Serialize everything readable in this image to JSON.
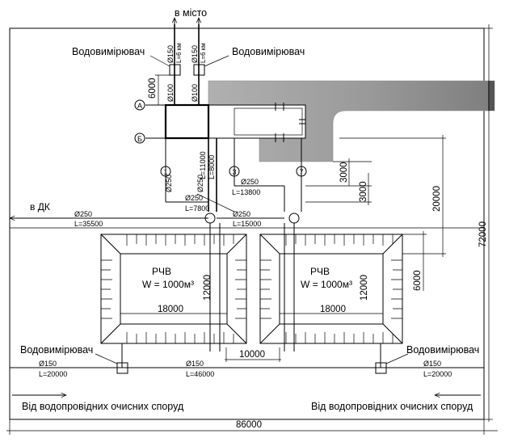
{
  "labels": {
    "to_city": "в місто",
    "to_dk": "в ДК",
    "meter_top_left": "Водовимірювач",
    "meter_top_right": "Водовимірювач",
    "meter_bottom_left": "Водовимірювач",
    "meter_bottom_right": "Водовимірювач",
    "from_treatment_left": "Від водопровідних очисних споруд",
    "from_treatment_right": "Від водопровідних очисних споруд"
  },
  "axes": {
    "a": "А",
    "b": "Б",
    "n1": "1",
    "n3": "3",
    "n7": "7"
  },
  "reservoirs": [
    {
      "title": "РЧВ",
      "volume": "W = 1000м³",
      "length": "18000",
      "width": "12000"
    },
    {
      "title": "РЧВ",
      "volume": "W = 1000м³",
      "length": "18000",
      "width": "12000"
    }
  ],
  "pipes": {
    "city_left_d": "Ø150",
    "city_left_l": "L=6 км",
    "city_right_d": "Ø150",
    "city_right_l": "L=6 км",
    "vert_left_d": "Ø100",
    "vert_right_d": "Ø100",
    "pipe1_d": "Ø250",
    "pipe1_l": "L=11000",
    "pipe2_d": "Ø250",
    "pipe2_l": "L=8000",
    "pipe3_d": "Ø250",
    "pipe3_l": "L=13800",
    "pipe4_d": "Ø250",
    "pipe4_l": "L=7800",
    "dk_d": "Ø250",
    "dk_l": "L=35500",
    "right_d": "Ø250",
    "right_l": "L=15000",
    "left_d": "Ø150",
    "left_l": "L=20000",
    "mid_d": "Ø150",
    "mid_l": "L=46000",
    "bright_d": "Ø150",
    "bright_l": "L=20000",
    "diag1_d": "Ø250"
  },
  "dimensions": {
    "d6000_top": "6000",
    "d3000_a": "3000",
    "d3000_b": "3000",
    "d20000": "20000",
    "d6000_right": "6000",
    "d72000": "72000",
    "d10000": "10000",
    "d86000": "86000"
  }
}
